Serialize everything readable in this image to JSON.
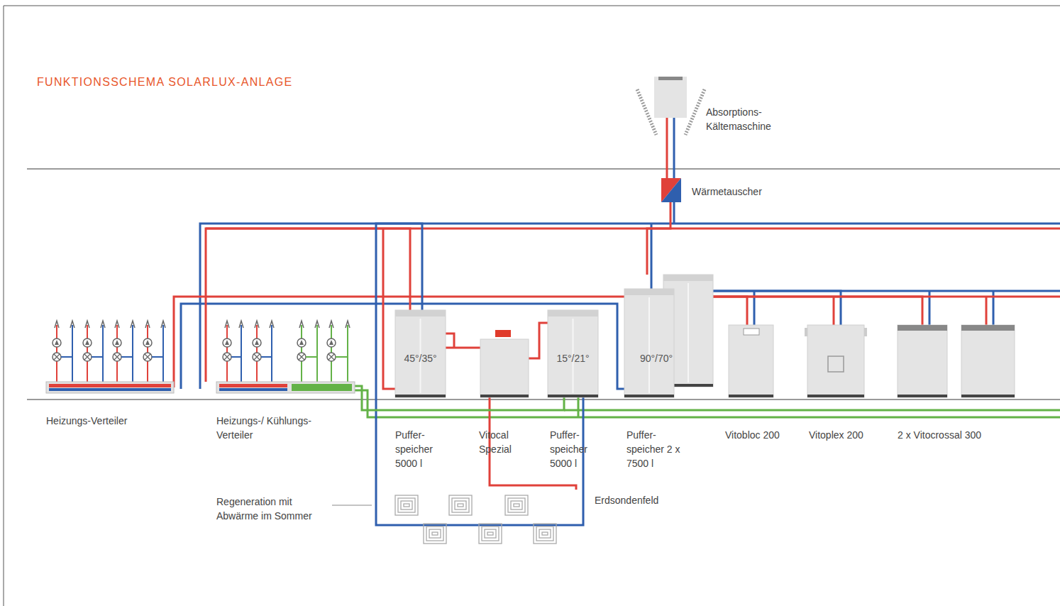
{
  "diagram": {
    "title": "FUNKTIONSSCHEMA SOLARLUX-ANLAGE",
    "nodes": [
      {
        "text": [
          "Absorptions- Kältemaschine"
        ]
      },
      {
        "text": [
          "Wärmetauscher"
        ]
      },
      {
        "text": [
          "Heizungs-Verteiler"
        ]
      },
      {
        "text": [
          "Heizungs-/ Kühlungs- Verteiler"
        ]
      },
      {
        "text": [
          "45°/35°",
          "Puffer- speicher 5000 l"
        ]
      },
      {
        "text": [
          "Vitocal Spezial"
        ]
      },
      {
        "text": [
          "15°/21°",
          "Puffer- speicher 5000 l"
        ]
      },
      {
        "text": [
          "90°/70°",
          "Puffer- speicher 2 x 7500 l"
        ]
      },
      {
        "text": [
          "Vitobloc 200"
        ]
      },
      {
        "text": [
          "Vitoplex 200"
        ]
      },
      {
        "text": [
          "2 x Vitocrossal 300"
        ]
      },
      {
        "text": [
          "Erdsondenfeld"
        ]
      }
    ],
    "edges": [
      {
        "from": 0,
        "to": 1,
        "arrow": "none"
      },
      {
        "from": 1,
        "to": 7,
        "arrow": "none"
      },
      {
        "from": 2,
        "to": 7,
        "arrow": "none"
      },
      {
        "from": 3,
        "to": 4,
        "arrow": "none"
      },
      {
        "from": 4,
        "to": 5,
        "arrow": "none"
      },
      {
        "from": 5,
        "to": 6,
        "arrow": "none"
      },
      {
        "from": 5,
        "to": 11,
        "arrow": "none"
      },
      {
        "from": 4,
        "to": 11,
        "arrow": "none"
      },
      {
        "from": 6,
        "to": 3,
        "arrow": "none"
      },
      {
        "from": 8,
        "to": 7,
        "arrow": "none"
      },
      {
        "from": 9,
        "to": 7,
        "arrow": "none"
      },
      {
        "from": 10,
        "to": 7,
        "arrow": "none"
      },
      {
        "from": 6,
        "to": 11,
        "arrow": "none"
      }
    ],
    "labels": [
      "Regeneration mit Abwärme im Sommer"
    ]
  }
}
